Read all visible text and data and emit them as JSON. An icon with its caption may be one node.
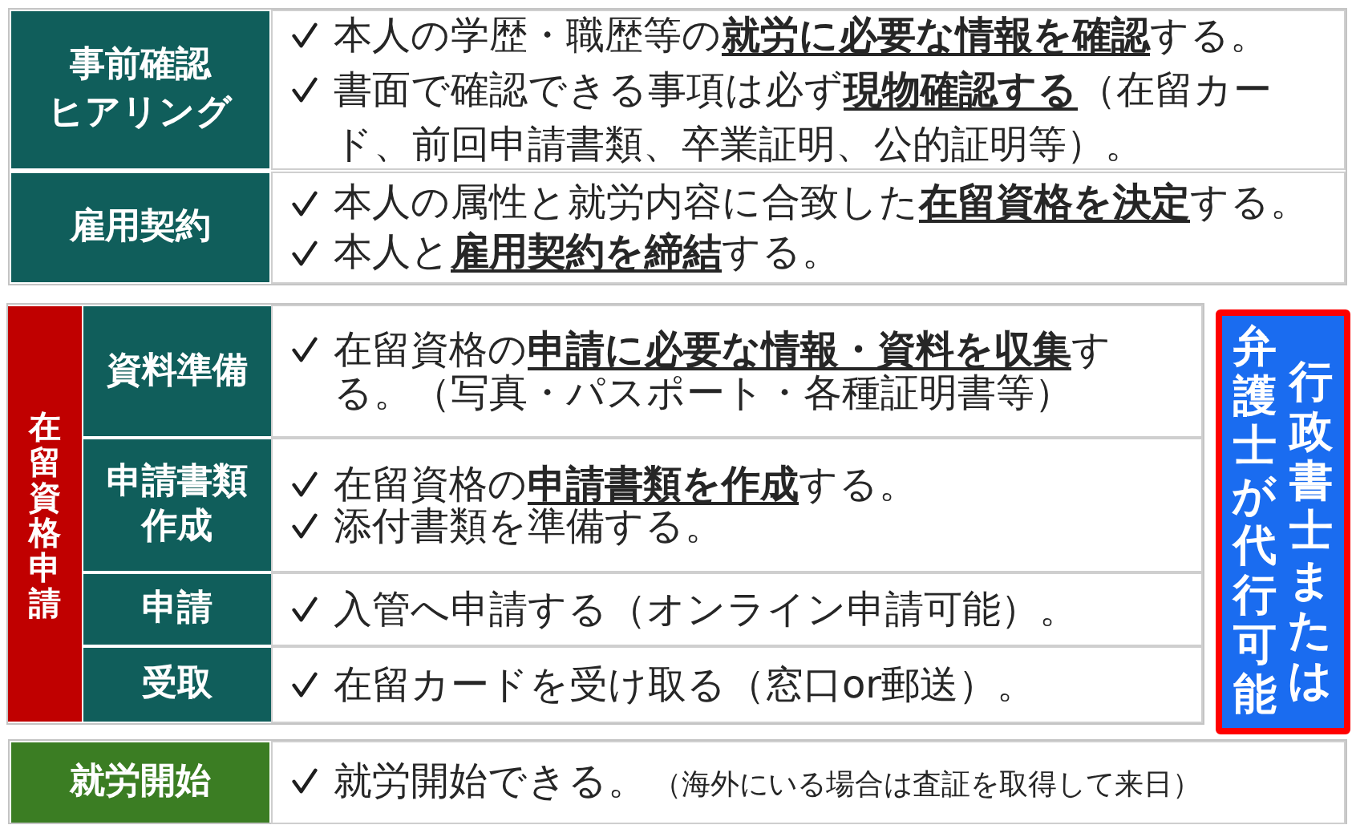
{
  "diagram": {
    "nodes": [
      {
        "text": [
          "事前確認",
          "ヒアリング"
        ]
      },
      {
        "text": [
          "本人の学歴・職歴等の**就労に必要な情報を確認**する。",
          "書面で確認できる事項は必ず**現物確認する**（在留カード、前回申請書類、卒業証明、公的証明等）。"
        ]
      },
      {
        "text": [
          "雇用契約"
        ]
      },
      {
        "text": [
          "本人の属性と就労内容に合致した**在留資格を決定**する。",
          "本人と**雇用契約を締結**する。"
        ]
      },
      {
        "text": [
          "在留資格申請"
        ]
      },
      {
        "text": [
          "資料準備"
        ]
      },
      {
        "text": [
          "在留資格の**申請に必要な情報・資料を収集**する。（写真・パスポート・各種証明書等）"
        ]
      },
      {
        "text": [
          "申請書類作成"
        ]
      },
      {
        "text": [
          "在留資格の**申請書類を作成**する。",
          "添付書類を準備する。"
        ]
      },
      {
        "text": [
          "申請"
        ]
      },
      {
        "text": [
          "入管へ申請する（オンライン申請可能）。"
        ]
      },
      {
        "text": [
          "受取"
        ]
      },
      {
        "text": [
          "在留カードを受け取る（窓口or郵送）。"
        ]
      },
      {
        "text": [
          "行政書士または弁護士が代行可能"
        ]
      },
      {
        "text": [
          "就労開始"
        ]
      },
      {
        "text": [
          "就労開始できる。",
          "（海外にいる場合は査証を取得して来日）"
        ]
      }
    ]
  }
}
